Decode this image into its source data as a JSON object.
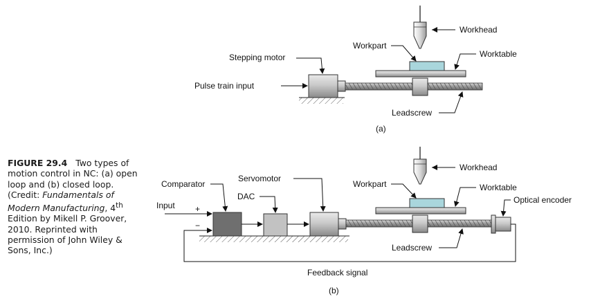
{
  "caption": {
    "figure_number": "FIGURE 29.4",
    "text_before": "Two types of motion control in NC: (a) open loop and (b) closed loop. (Credit: ",
    "book_title": "Fundamentals of Modern Manufacturing",
    "edition_prefix": ", 4",
    "edition_sup": "th",
    "text_after": " Edition by Mikell P. Groover, 2010. Reprinted with permission of John Wiley & Sons, Inc.)"
  },
  "diagram_a": {
    "workhead": "Workhead",
    "workpart": "Workpart",
    "worktable": "Worktable",
    "stepping_motor": "Stepping motor",
    "pulse_train_input": "Pulse train input",
    "leadscrew": "Leadscrew",
    "sublabel": "(a)"
  },
  "diagram_b": {
    "workhead": "Workhead",
    "workpart": "Workpart",
    "worktable": "Worktable",
    "comparator": "Comparator",
    "servomotor": "Servomotor",
    "dac": "DAC",
    "input": "Input",
    "plus": "+",
    "minus": "−",
    "optical_encoder": "Optical encoder",
    "leadscrew": "Leadscrew",
    "feedback_signal": "Feedback signal",
    "sublabel": "(b)"
  },
  "colors": {
    "workpart_fill": "#a9d6dc",
    "comparator_fill": "#6f6f6f",
    "dac_fill": "#c2c2c2"
  }
}
